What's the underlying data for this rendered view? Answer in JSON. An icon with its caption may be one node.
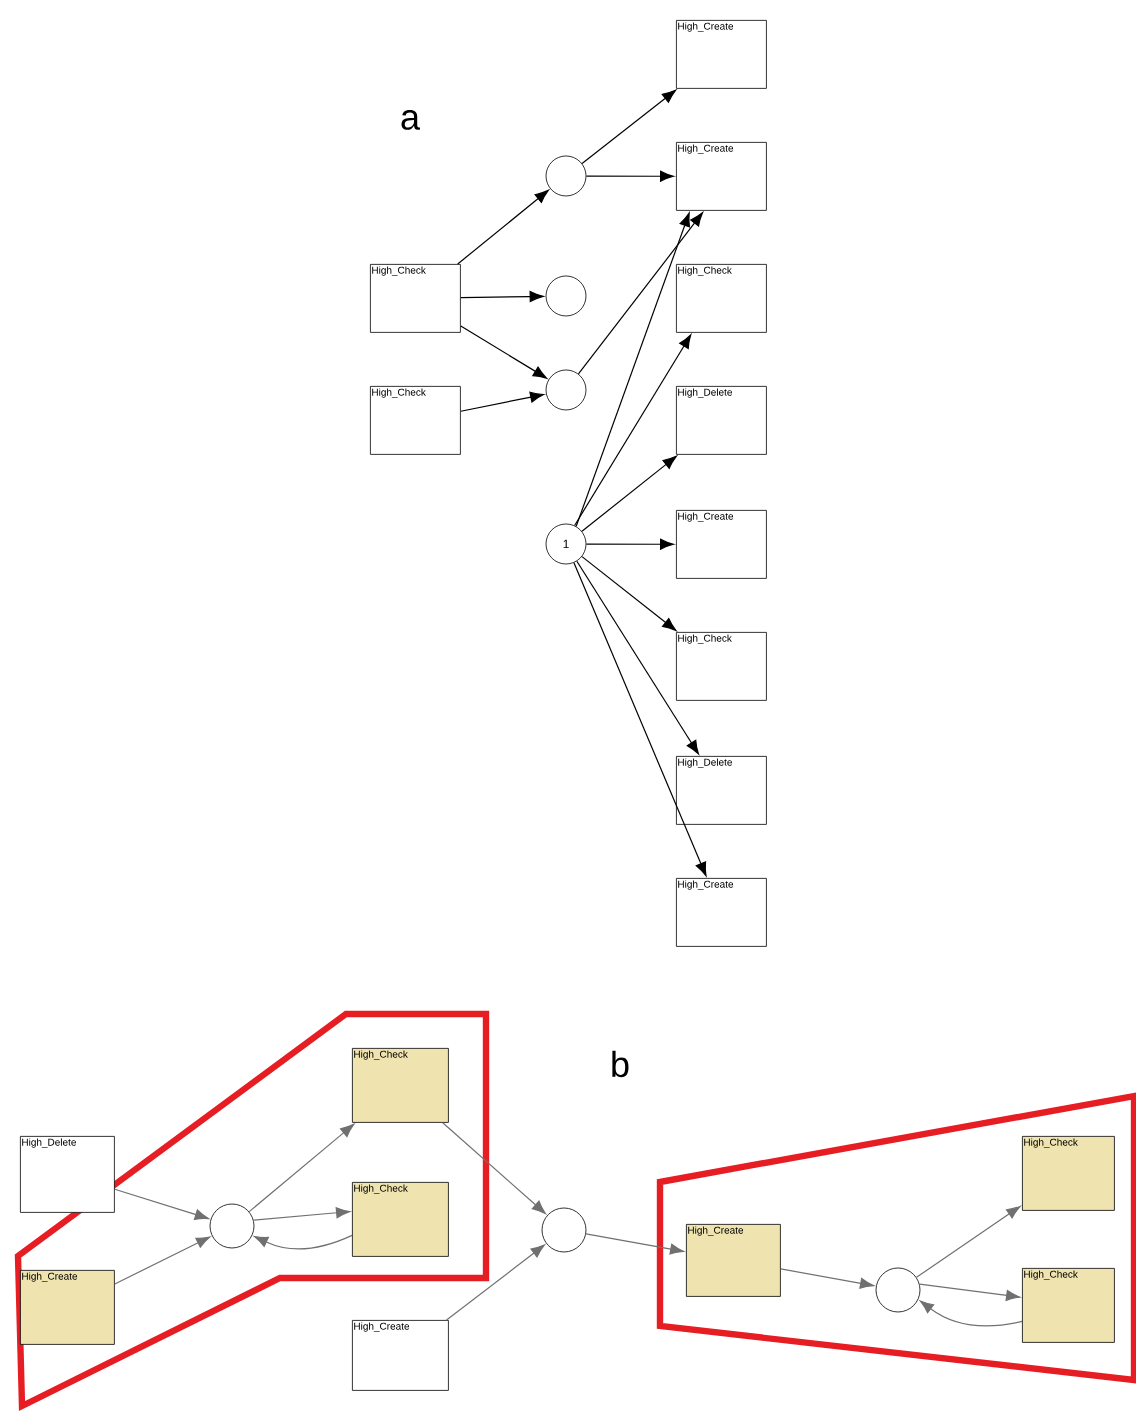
{
  "diagram": {
    "nodes": [
      {
        "text": [
          "High_Check"
        ]
      },
      {
        "text": [
          "High_Check"
        ]
      },
      {
        "text": [],
        "shape": "circle"
      },
      {
        "text": [],
        "shape": "circle"
      },
      {
        "text": [],
        "shape": "circle"
      },
      {
        "text": [
          "1"
        ]
      },
      {
        "text": [
          "High_Create"
        ]
      },
      {
        "text": [
          "High_Create"
        ]
      },
      {
        "text": [
          "High_Check"
        ]
      },
      {
        "text": [
          "High_Delete"
        ]
      },
      {
        "text": [
          "High_Create"
        ]
      },
      {
        "text": [
          "High_Check"
        ]
      },
      {
        "text": [
          "High_Delete"
        ]
      },
      {
        "text": [
          "High_Create"
        ]
      },
      {
        "text": [
          "High_Delete"
        ]
      },
      {
        "text": [
          "High_Create"
        ]
      },
      {
        "text": [],
        "shape": "circle"
      },
      {
        "text": [
          "High_Check"
        ]
      },
      {
        "text": [
          "High_Check"
        ]
      },
      {
        "text": [],
        "shape": "circle"
      },
      {
        "text": [
          "High_Create"
        ]
      },
      {
        "text": [
          "High_Create"
        ]
      },
      {
        "text": [],
        "shape": "circle"
      },
      {
        "text": [
          "High_Check"
        ]
      },
      {
        "text": [
          "High_Check"
        ]
      }
    ],
    "edges": [
      {
        "from": 0,
        "to": 2,
        "arrow": "to"
      },
      {
        "from": 0,
        "to": 3,
        "arrow": "to"
      },
      {
        "from": 0,
        "to": 4,
        "arrow": "to"
      },
      {
        "from": 1,
        "to": 4,
        "arrow": "to"
      },
      {
        "from": 2,
        "to": 6,
        "arrow": "to"
      },
      {
        "from": 2,
        "to": 7,
        "arrow": "to"
      },
      {
        "from": 4,
        "to": 7,
        "arrow": "to"
      },
      {
        "from": 5,
        "to": 7,
        "arrow": "to"
      },
      {
        "from": 5,
        "to": 8,
        "arrow": "to"
      },
      {
        "from": 5,
        "to": 9,
        "arrow": "to"
      },
      {
        "from": 5,
        "to": 10,
        "arrow": "to"
      },
      {
        "from": 5,
        "to": 11,
        "arrow": "to"
      },
      {
        "from": 5,
        "to": 12,
        "arrow": "to"
      },
      {
        "from": 5,
        "to": 13,
        "arrow": "to"
      },
      {
        "from": 14,
        "to": 16,
        "arrow": "to",
        "color": "#707070"
      },
      {
        "from": 15,
        "to": 16,
        "arrow": "to",
        "color": "#707070"
      },
      {
        "from": 16,
        "to": 17,
        "arrow": "to",
        "color": "#707070"
      },
      {
        "from": 16,
        "to": 18,
        "arrow": "to",
        "color": "#707070"
      },
      {
        "from": 18,
        "to": 16,
        "arrow": "to",
        "color": "#707070"
      },
      {
        "from": 17,
        "to": 19,
        "arrow": "to",
        "color": "#707070"
      },
      {
        "from": 20,
        "to": 19,
        "arrow": "to",
        "color": "#707070"
      },
      {
        "from": 19,
        "to": 21,
        "arrow": "to",
        "color": "#707070"
      },
      {
        "from": 21,
        "to": 22,
        "arrow": "to",
        "color": "#707070"
      },
      {
        "from": 22,
        "to": 23,
        "arrow": "to",
        "color": "#707070"
      },
      {
        "from": 22,
        "to": 24,
        "arrow": "to",
        "color": "#707070"
      },
      {
        "from": 24,
        "to": 22,
        "arrow": "to",
        "color": "#707070"
      }
    ],
    "labels": [
      "a",
      "b"
    ]
  }
}
